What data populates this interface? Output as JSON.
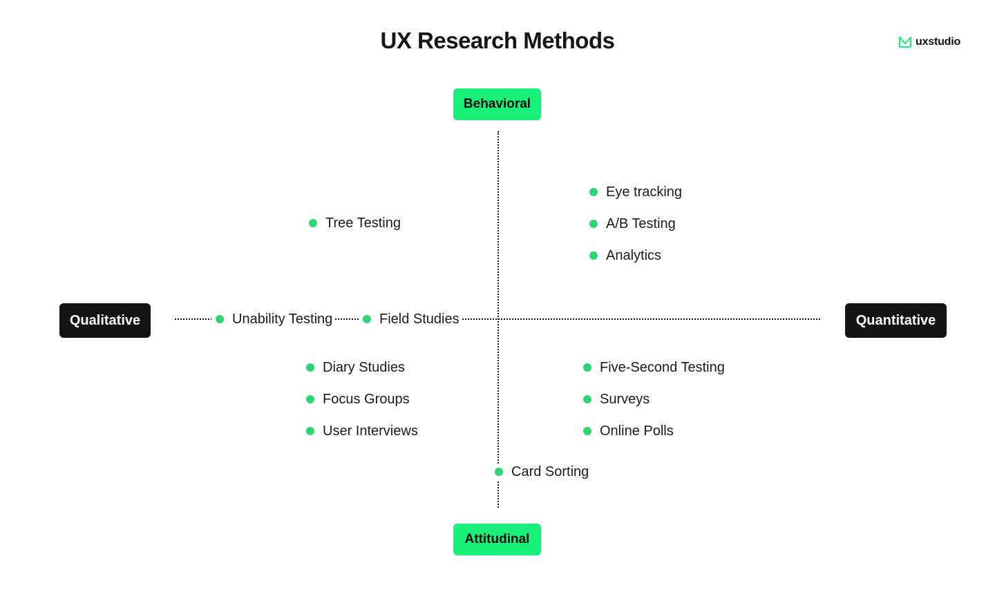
{
  "title": "UX Research Methods",
  "logo": {
    "text": "uxstudio",
    "icon": "uxstudio-logo-icon",
    "icon_color": "#19f07a"
  },
  "colors": {
    "accent": "#19f07a",
    "dot": "#2ed573",
    "dark": "#141414"
  },
  "axes": {
    "top": "Behavioral",
    "bottom": "Attitudinal",
    "left": "Qualitative",
    "right": "Quantitative"
  },
  "quadrants": {
    "behavioral_qualitative": [
      "Tree Testing"
    ],
    "behavioral_quantitative": [
      "Eye tracking",
      "A/B Testing",
      "Analytics"
    ],
    "on_horizontal_axis": [
      "Unability Testing",
      "Field Studies"
    ],
    "attitudinal_qualitative": [
      "Diary Studies",
      "Focus Groups",
      "User Interviews"
    ],
    "attitudinal_quantitative": [
      "Five-Second Testing",
      "Surveys",
      "Online Polls"
    ],
    "on_vertical_axis": [
      "Card Sorting"
    ]
  }
}
